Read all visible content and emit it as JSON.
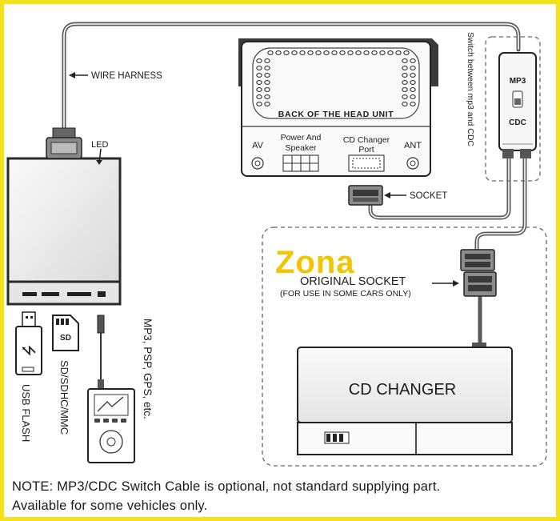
{
  "labels": {
    "wire_harness": "WIRE HARNESS",
    "led": "LED",
    "head_unit": "BACK OF THE HEAD UNIT",
    "av": "AV",
    "power_speaker_1": "Power And",
    "power_speaker_2": "Speaker",
    "cd_port_1": "CD Changer",
    "cd_port_2": "Port",
    "ant": "ANT",
    "switch_caption": "Switch between mp3 and CDC",
    "switch_mp3": "MP3",
    "switch_cdc": "CDC",
    "socket": "SOCKET",
    "watermark": "Zona",
    "original_socket": "ORIGINAL SOCKET",
    "original_socket_note": "(FOR USE IN SOME CARS ONLY)",
    "cd_changer": "CD CHANGER",
    "usb_flash": "USB FLASH",
    "sd_cards": "SD/SDHC/MMC",
    "players": "MP3, PSP, GPS, etc.",
    "sd_card_text": "SD",
    "usb_symbol": "⭍"
  },
  "note": {
    "line1": "NOTE: MP3/CDC Switch Cable is optional, not standard supplying part.",
    "line2": "Available for some vehicles only."
  },
  "colors": {
    "frame": "#f3e21a",
    "watermark": "#f2c500",
    "wire": "#5a5a5a"
  }
}
